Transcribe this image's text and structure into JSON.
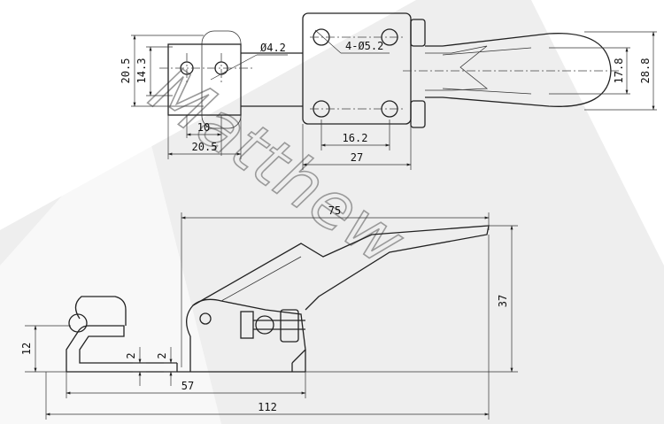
{
  "watermark": "Matthew",
  "top_view": {
    "height_outer": "20.5",
    "height_inner": "14.3",
    "hole_dia": "Ø4.2",
    "hole_pitch_small": "10",
    "width_small": "20.5",
    "holes_label": "4-Ø5.2",
    "hole_pitch_base": "16.2",
    "width_base": "27",
    "handle_inner": "17.8",
    "handle_outer": "28.8"
  },
  "side_view": {
    "length_top": "75",
    "height_total": "37",
    "height_base": "12",
    "gap_left": "2",
    "gap_right": "2",
    "length_57": "57",
    "length_112": "112"
  }
}
